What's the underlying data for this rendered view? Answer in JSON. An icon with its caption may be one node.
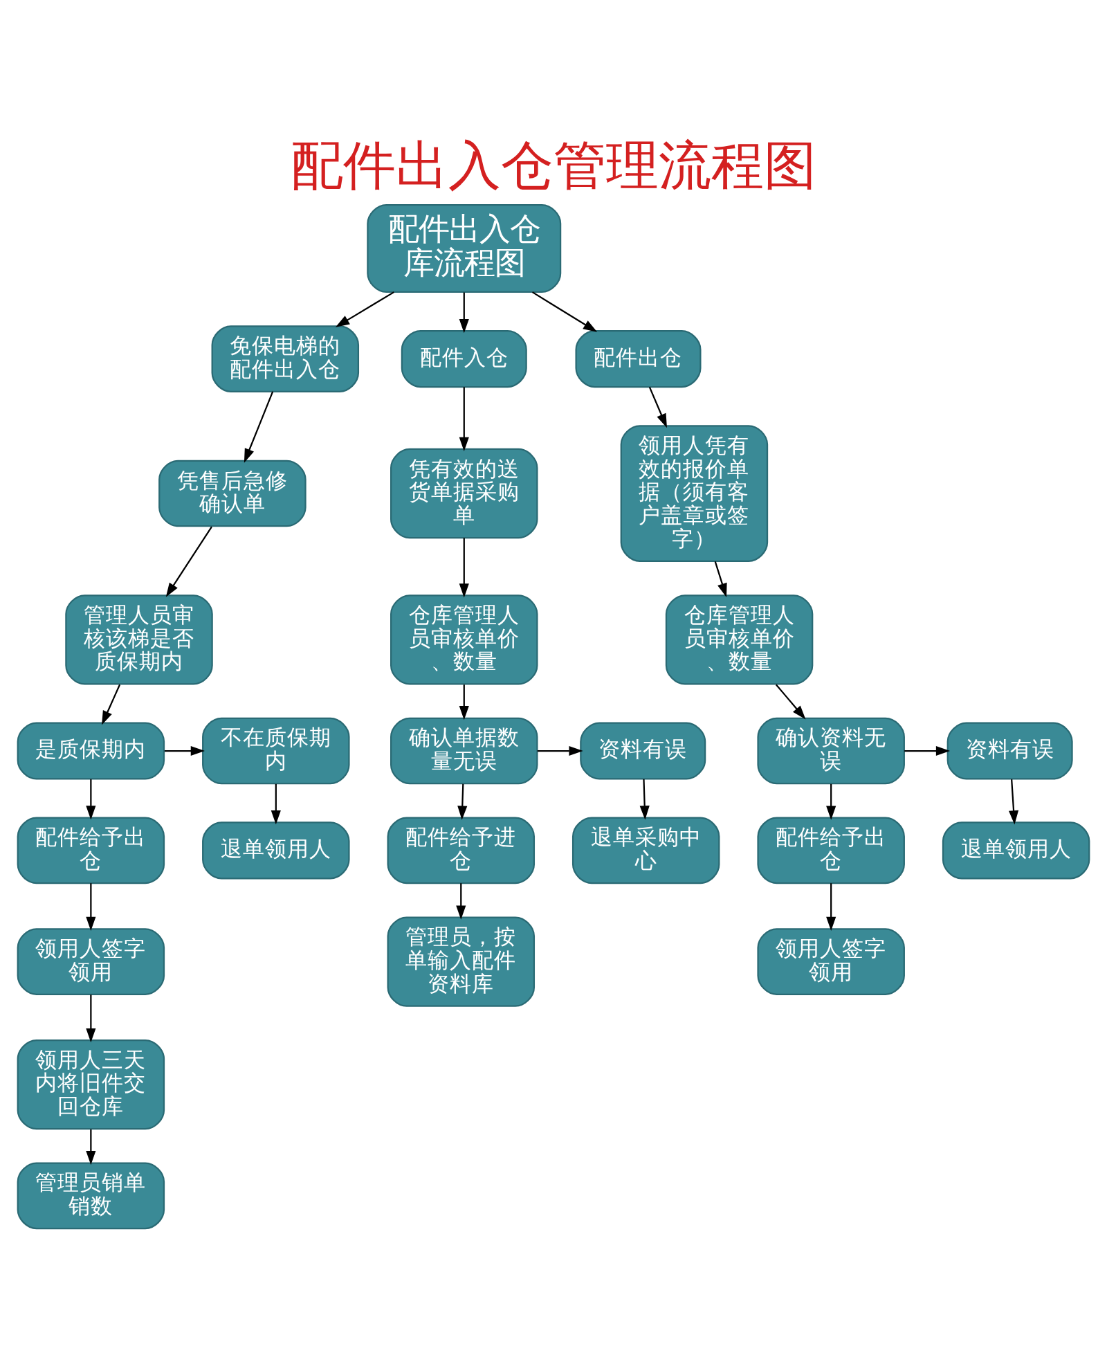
{
  "diagram": {
    "title": "配件出入仓管理流程图",
    "nodes": [
      {
        "text": [
          "配件出入仓库流程图"
        ]
      },
      {
        "text": [
          "免保电梯的配件出入仓"
        ]
      },
      {
        "text": [
          "凭售后急修确认单"
        ]
      },
      {
        "text": [
          "管理人员审核该梯是否质保期内"
        ]
      },
      {
        "text": [
          "是质保期内"
        ]
      },
      {
        "text": [
          "不在质保期内"
        ]
      },
      {
        "text": [
          "退单领用人"
        ]
      },
      {
        "text": [
          "配件给予出仓"
        ]
      },
      {
        "text": [
          "领用人签字领用"
        ]
      },
      {
        "text": [
          "领用人三天内将旧件交回仓库"
        ]
      },
      {
        "text": [
          "管理员销单销数"
        ]
      },
      {
        "text": [
          "配件入仓"
        ]
      },
      {
        "text": [
          "凭有效的送货单据采购单"
        ]
      },
      {
        "text": [
          "仓库管理人员审核单价、数量"
        ]
      },
      {
        "text": [
          "确认单据数量无误"
        ]
      },
      {
        "text": [
          "资料有误"
        ]
      },
      {
        "text": [
          "退单采购中心"
        ]
      },
      {
        "text": [
          "配件给予进仓"
        ]
      },
      {
        "text": [
          "管理员，按单输入配件资料库"
        ]
      },
      {
        "text": [
          "配件出仓"
        ]
      },
      {
        "text": [
          "领用人凭有效的报价单据（须有客户盖章或签字）"
        ]
      },
      {
        "text": [
          "仓库管理人员审核单价、数量"
        ]
      },
      {
        "text": [
          "确认资料无误"
        ]
      },
      {
        "text": [
          "资料有误"
        ]
      },
      {
        "text": [
          "退单领用人"
        ]
      },
      {
        "text": [
          "配件给予出仓"
        ]
      },
      {
        "text": [
          "领用人签字领用"
        ]
      }
    ],
    "edges": [
      {
        "from": 0,
        "to": 1,
        "arrow": "to"
      },
      {
        "from": 0,
        "to": 11,
        "arrow": "to"
      },
      {
        "from": 0,
        "to": 19,
        "arrow": "to"
      },
      {
        "from": 1,
        "to": 2,
        "arrow": "to"
      },
      {
        "from": 2,
        "to": 3,
        "arrow": "to"
      },
      {
        "from": 3,
        "to": 4,
        "arrow": "to"
      },
      {
        "from": 4,
        "to": 5,
        "arrow": "to"
      },
      {
        "from": 5,
        "to": 6,
        "arrow": "to"
      },
      {
        "from": 4,
        "to": 7,
        "arrow": "to"
      },
      {
        "from": 7,
        "to": 8,
        "arrow": "to"
      },
      {
        "from": 8,
        "to": 9,
        "arrow": "to"
      },
      {
        "from": 9,
        "to": 10,
        "arrow": "to"
      },
      {
        "from": 11,
        "to": 12,
        "arrow": "to"
      },
      {
        "from": 12,
        "to": 13,
        "arrow": "to"
      },
      {
        "from": 13,
        "to": 14,
        "arrow": "to"
      },
      {
        "from": 14,
        "to": 15,
        "arrow": "to"
      },
      {
        "from": 15,
        "to": 16,
        "arrow": "to"
      },
      {
        "from": 14,
        "to": 17,
        "arrow": "to"
      },
      {
        "from": 17,
        "to": 18,
        "arrow": "to"
      },
      {
        "from": 19,
        "to": 20,
        "arrow": "to"
      },
      {
        "from": 20,
        "to": 21,
        "arrow": "to"
      },
      {
        "from": 21,
        "to": 22,
        "arrow": "to"
      },
      {
        "from": 22,
        "to": 23,
        "arrow": "to"
      },
      {
        "from": 23,
        "to": 24,
        "arrow": "to"
      },
      {
        "from": 22,
        "to": 25,
        "arrow": "to"
      },
      {
        "from": 25,
        "to": 26,
        "arrow": "to"
      }
    ]
  }
}
